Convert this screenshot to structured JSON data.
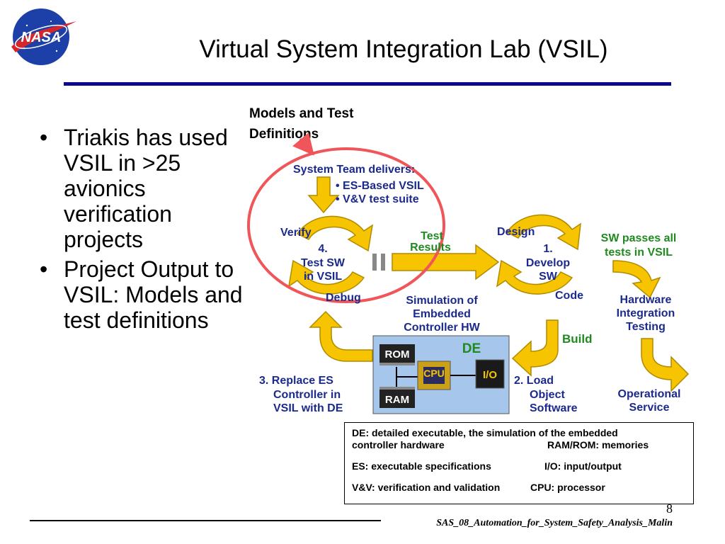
{
  "logo": {
    "text": "NASA",
    "icon": "nasa-meatball-icon"
  },
  "title": "Virtual System Integration Lab (VSIL)",
  "bullets": [
    "Triakis has used VSIL in >25 avionics verification projects",
    "Project Output to VSIL: Models and test definitions"
  ],
  "callout_label": "Models and Test Definitions",
  "diagram": {
    "system_team": "System Team delivers:",
    "deliver_items": [
      "• ES-Based VSIL",
      "• V&V test suite"
    ],
    "verify": "Verify",
    "debug": "Debug",
    "step4": [
      "4.",
      "Test SW",
      "in VSIL"
    ],
    "test_results": [
      "Test",
      "Results"
    ],
    "design": "Design",
    "code": "Code",
    "step1": [
      "1.",
      "Develop",
      "SW"
    ],
    "sw_passes": [
      "SW passes all",
      "tests in VSIL"
    ],
    "hw_integration": [
      "Hardware",
      "Integration",
      "Testing"
    ],
    "simulation": [
      "Simulation of",
      "Embedded",
      "Controller HW"
    ],
    "build": "Build",
    "de": "DE",
    "rom": "ROM",
    "ram": "RAM",
    "cpu": "CPU",
    "io": "I/O",
    "step3": [
      "3. Replace ES",
      "Controller in",
      "VSIL with DE"
    ],
    "step2": [
      "2. Load",
      "Object",
      "Software"
    ],
    "operational": [
      "Operational",
      "Service"
    ]
  },
  "definitions": [
    {
      "c1": "DE: detailed executable, the simulation of the embedded",
      "c2": ""
    },
    {
      "c1": "controller hardware",
      "c2": "RAM/ROM: memories"
    },
    {
      "c1": "ES: executable specifications",
      "c2": "I/O: input/output"
    },
    {
      "c1": "V&V: verification and validation",
      "c2": "CPU: processor"
    }
  ],
  "page_number": "8",
  "footer": "SAS_08_Automation_for_System_Safety_Analysis_Malin",
  "colors": {
    "title_rule": "#0a0a8c",
    "arrow_fill": "#f6c400",
    "arrow_stroke": "#b08a00",
    "label_blue": "#1b2a8c",
    "label_green": "#1f8a1f",
    "circle_red": "#f0555a",
    "de_box": "#a7c6ec"
  }
}
